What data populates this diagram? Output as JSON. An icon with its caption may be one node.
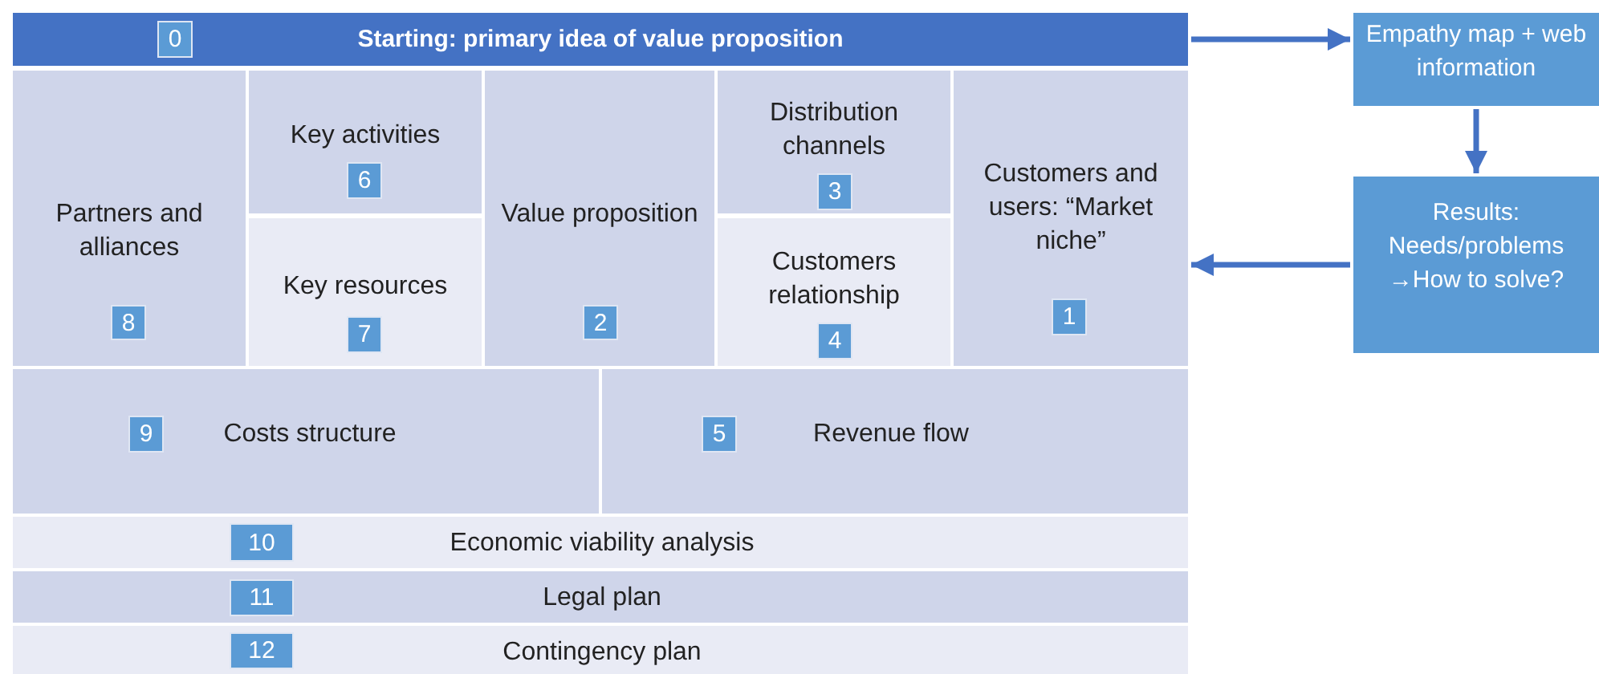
{
  "diagram": {
    "nodes": [
      {
        "text": [
          "Starting: primary idea of value proposition"
        ]
      },
      {
        "text": [
          "0"
        ],
        "in": 0
      },
      {
        "text": [
          "Empathy map + web information"
        ]
      },
      {
        "text": [
          "Partners and alliances"
        ]
      },
      {
        "text": [
          "8"
        ],
        "in": 3
      },
      {
        "text": [
          "Key activities"
        ]
      },
      {
        "text": [
          "6"
        ],
        "in": 5
      },
      {
        "text": [
          "Key resources"
        ]
      },
      {
        "text": [
          "7"
        ],
        "in": 7
      },
      {
        "text": [
          "Value proposition"
        ]
      },
      {
        "text": [
          "2"
        ],
        "in": 9
      },
      {
        "text": [
          "Distribution channels"
        ]
      },
      {
        "text": [
          "3"
        ],
        "in": 11
      },
      {
        "text": [
          "Customers relationship"
        ]
      },
      {
        "text": [
          "4"
        ],
        "in": 13
      },
      {
        "text": [
          "Customers and users: “Market niche”"
        ]
      },
      {
        "text": [
          "1"
        ],
        "in": 15
      },
      {
        "text": [
          "Results: Needs/problems →How to solve?"
        ]
      },
      {
        "text": [
          "Costs structure"
        ]
      },
      {
        "text": [
          "9"
        ],
        "in": 18
      },
      {
        "text": [
          "Revenue flow"
        ]
      },
      {
        "text": [
          "5"
        ],
        "in": 20
      },
      {
        "text": [
          "Economic viability analysis"
        ]
      },
      {
        "text": [
          "10"
        ],
        "in": 22
      },
      {
        "text": [
          "Legal plan"
        ]
      },
      {
        "text": [
          "11"
        ],
        "in": 24
      },
      {
        "text": [
          "Contingency plan"
        ]
      },
      {
        "text": [
          "12"
        ],
        "in": 26
      }
    ],
    "edges": [
      {
        "from": 0,
        "to": 2,
        "arrow": "to"
      },
      {
        "from": 2,
        "to": 17,
        "arrow": "to"
      },
      {
        "from": 17,
        "to": 15,
        "arrow": "to"
      }
    ]
  }
}
